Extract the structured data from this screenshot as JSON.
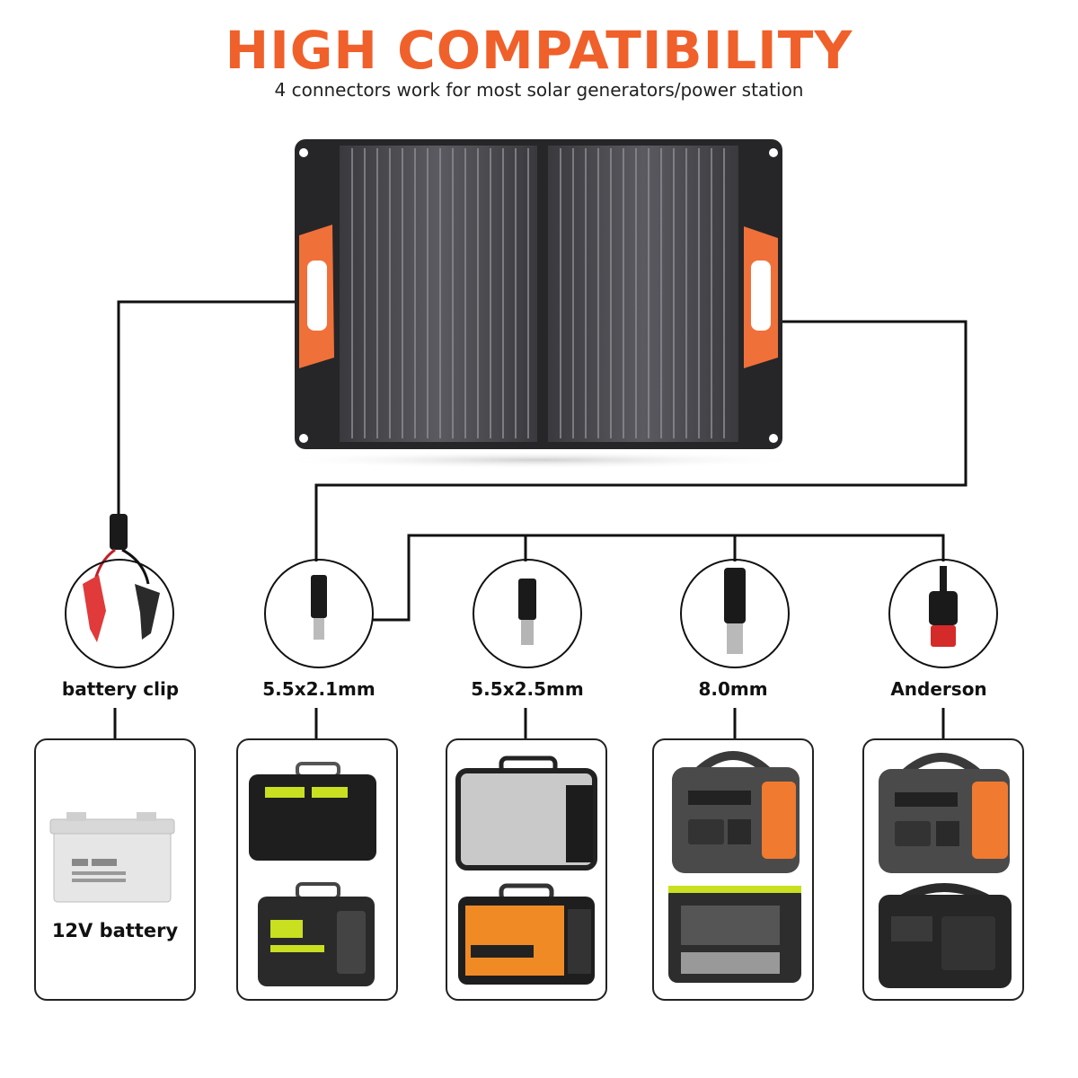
{
  "header": {
    "title": "HIGH COMPATIBILITY",
    "subtitle": "4 connectors work for most solar generators/power station"
  },
  "connectors": [
    {
      "label": "battery clip",
      "icon": "battery-clip-icon"
    },
    {
      "label": "5.5x2.1mm",
      "icon": "dc-5521-plug-icon"
    },
    {
      "label": "5.5x2.5mm",
      "icon": "dc-5525-plug-icon"
    },
    {
      "label": "8.0mm",
      "icon": "dc-8mm-plug-icon"
    },
    {
      "label": "Anderson",
      "icon": "anderson-plug-icon"
    }
  ],
  "devices": {
    "battery_label": "12V battery"
  },
  "colors": {
    "accent": "#f0602a",
    "panel": "#2b2b2b",
    "line": "#111111"
  }
}
